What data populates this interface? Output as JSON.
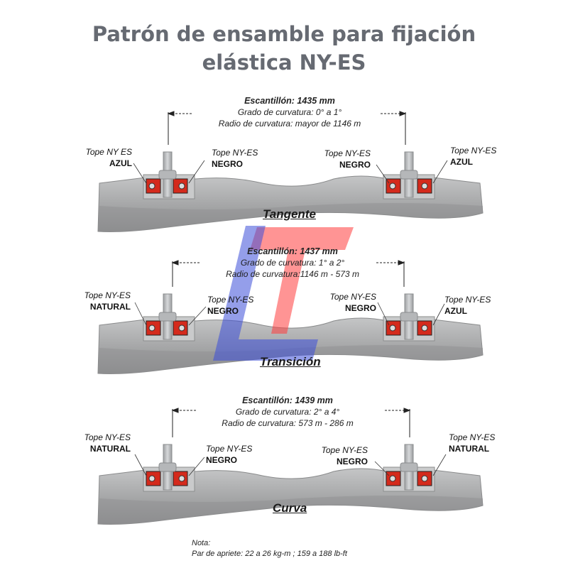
{
  "title": [
    "Patrón de ensamble para fijación",
    "elástica NY-ES"
  ],
  "sections": [
    {
      "name": "Tangente",
      "gauge": "Escantillón: 1435 mm",
      "lines": [
        "Grado de curvatura: 0° a 1°",
        "Radio de curvatura: mayor de 1146 m"
      ],
      "labels": [
        {
          "name": "Tope NY ES",
          "color": "AZUL"
        },
        {
          "name": "Tope NY-ES",
          "color": "NEGRO"
        },
        {
          "name": "Tope NY-ES",
          "color": "NEGRO"
        },
        {
          "name": "Tope NY-ES",
          "color": "AZUL"
        }
      ]
    },
    {
      "name": "Transición",
      "gauge": "Escantillón: 1437 mm",
      "lines": [
        "Grado de curvatura: 1° a 2°",
        "Radio de curvatura:1146 m - 573 m"
      ],
      "labels": [
        {
          "name": "Tope NY-ES",
          "color": "NATURAL"
        },
        {
          "name": "Tope NY-ES",
          "color": "NEGRO"
        },
        {
          "name": "Tope NY-ES",
          "color": "NEGRO"
        },
        {
          "name": "Tope NY-ES",
          "color": "AZUL"
        }
      ]
    },
    {
      "name": "Curva",
      "gauge": "Escantillón: 1439 mm",
      "lines": [
        "Grado de curvatura: 2° a 4°",
        "Radio de curvatura: 573 m - 286 m"
      ],
      "labels": [
        {
          "name": "Tope NY-ES",
          "color": "NATURAL"
        },
        {
          "name": "Tope NY-ES",
          "color": "NEGRO"
        },
        {
          "name": "Tope NY-ES",
          "color": "NEGRO"
        },
        {
          "name": "Tope NY-ES",
          "color": "NATURAL"
        }
      ]
    }
  ],
  "note": {
    "heading": "Nota:",
    "text": "Par de apriete:  22 a 26 kg-m ; 159 a 188 lb-ft"
  },
  "colors": {
    "title": "#666a72",
    "sleeper": "#a9aaab",
    "pad": "#d42a1c",
    "rail": "#b9bbbd",
    "watermark_blue": "#3d4fd8",
    "watermark_red": "#ff3d3d"
  }
}
